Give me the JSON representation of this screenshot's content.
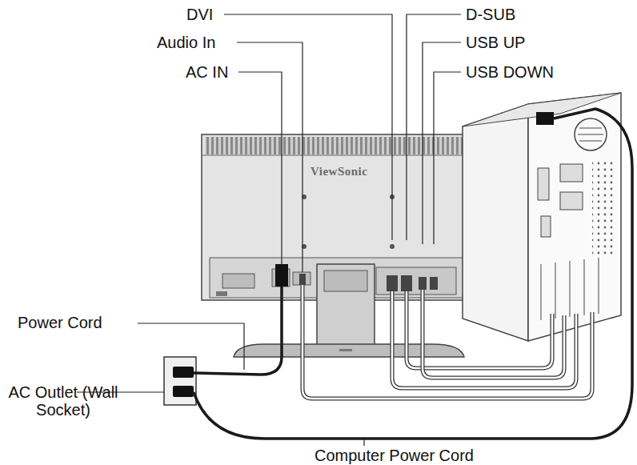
{
  "diagram": {
    "labels": [
      "DVI",
      "Audio In",
      "AC IN",
      "D-SUB",
      "USB UP",
      "USB DOWN",
      "ViewSonic",
      "Power Cord",
      "AC Outlet (Wall Socket)",
      "Computer Power Cord"
    ]
  }
}
